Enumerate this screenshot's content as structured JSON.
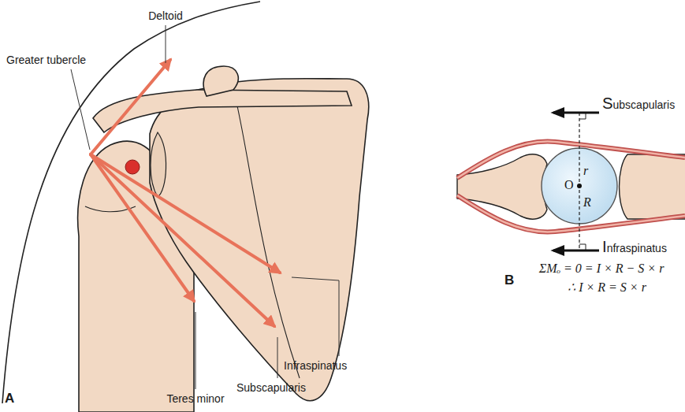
{
  "diagram": {
    "labels": [
      "Deltoid",
      "Greater tubercle",
      "Teres minor",
      "Infraspinatus",
      "Subscapularis",
      "A",
      "Subscapularis",
      "O",
      "r",
      "R",
      "Infraspinatus",
      "ΣMₒ = 0 = I × R − S × r",
      "∴ I × R = S × r",
      "B"
    ]
  }
}
